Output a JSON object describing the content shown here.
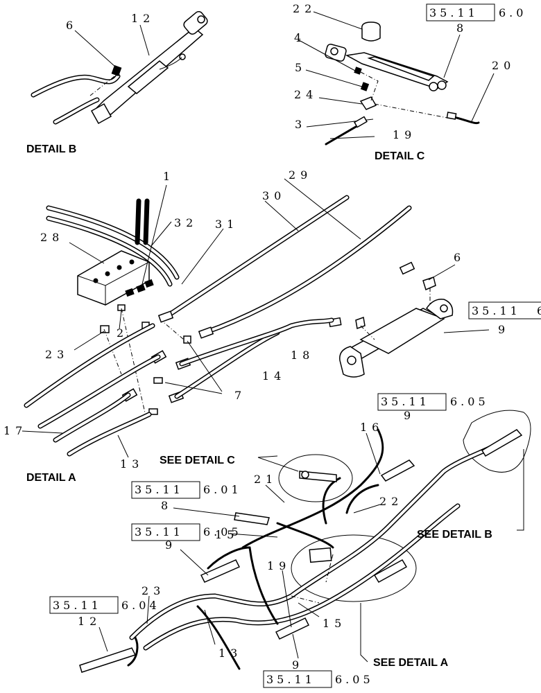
{
  "details": {
    "b": "DETAIL  B",
    "c": "DETAIL  C",
    "a": "DETAIL  A",
    "see_c": "SEE DETAIL  C",
    "see_b": "SEE DETAIL  B",
    "see_a": "SEE DETAIL  A"
  },
  "refs": {
    "r_top": {
      "box": "35.11",
      "tail": "6.0",
      "sub": "8"
    },
    "r_right": {
      "box": "35.11",
      "tail": "6",
      "sub": "9"
    },
    "r_mid": {
      "box": "35.11",
      "tail": "6.05",
      "sub": "9"
    },
    "r_left1": {
      "box": "35.11",
      "tail": "6.01",
      "sub": "8"
    },
    "r_left2": {
      "box": "35.11",
      "tail": "6.05",
      "sub": "9"
    },
    "r_left3": {
      "box": "35.11",
      "tail": "6.04",
      "sub": "12"
    },
    "r_bottom": {
      "box": "35.11",
      "tail": "6.05",
      "sub": ""
    }
  },
  "callouts": {
    "c6b": "6",
    "c12b": "12",
    "c22": "22",
    "c4": "4",
    "c5": "5",
    "c24": "24",
    "c3": "3",
    "c19c": "19",
    "c20": "20",
    "c1": "1",
    "c29": "29",
    "c30": "30",
    "c32": "32",
    "c31": "31",
    "c28": "28",
    "c6a": "6",
    "c9a": "9",
    "c2": "2",
    "c23a": "23",
    "c18": "18",
    "c14": "14",
    "c7": "7",
    "c17": "17",
    "c13a": "13",
    "c16": "16",
    "c21": "21",
    "c22b": "22",
    "c15a": "15",
    "c19b": "19",
    "c15b": "15",
    "c23b": "23",
    "c13b": "13",
    "c9b": "9"
  }
}
